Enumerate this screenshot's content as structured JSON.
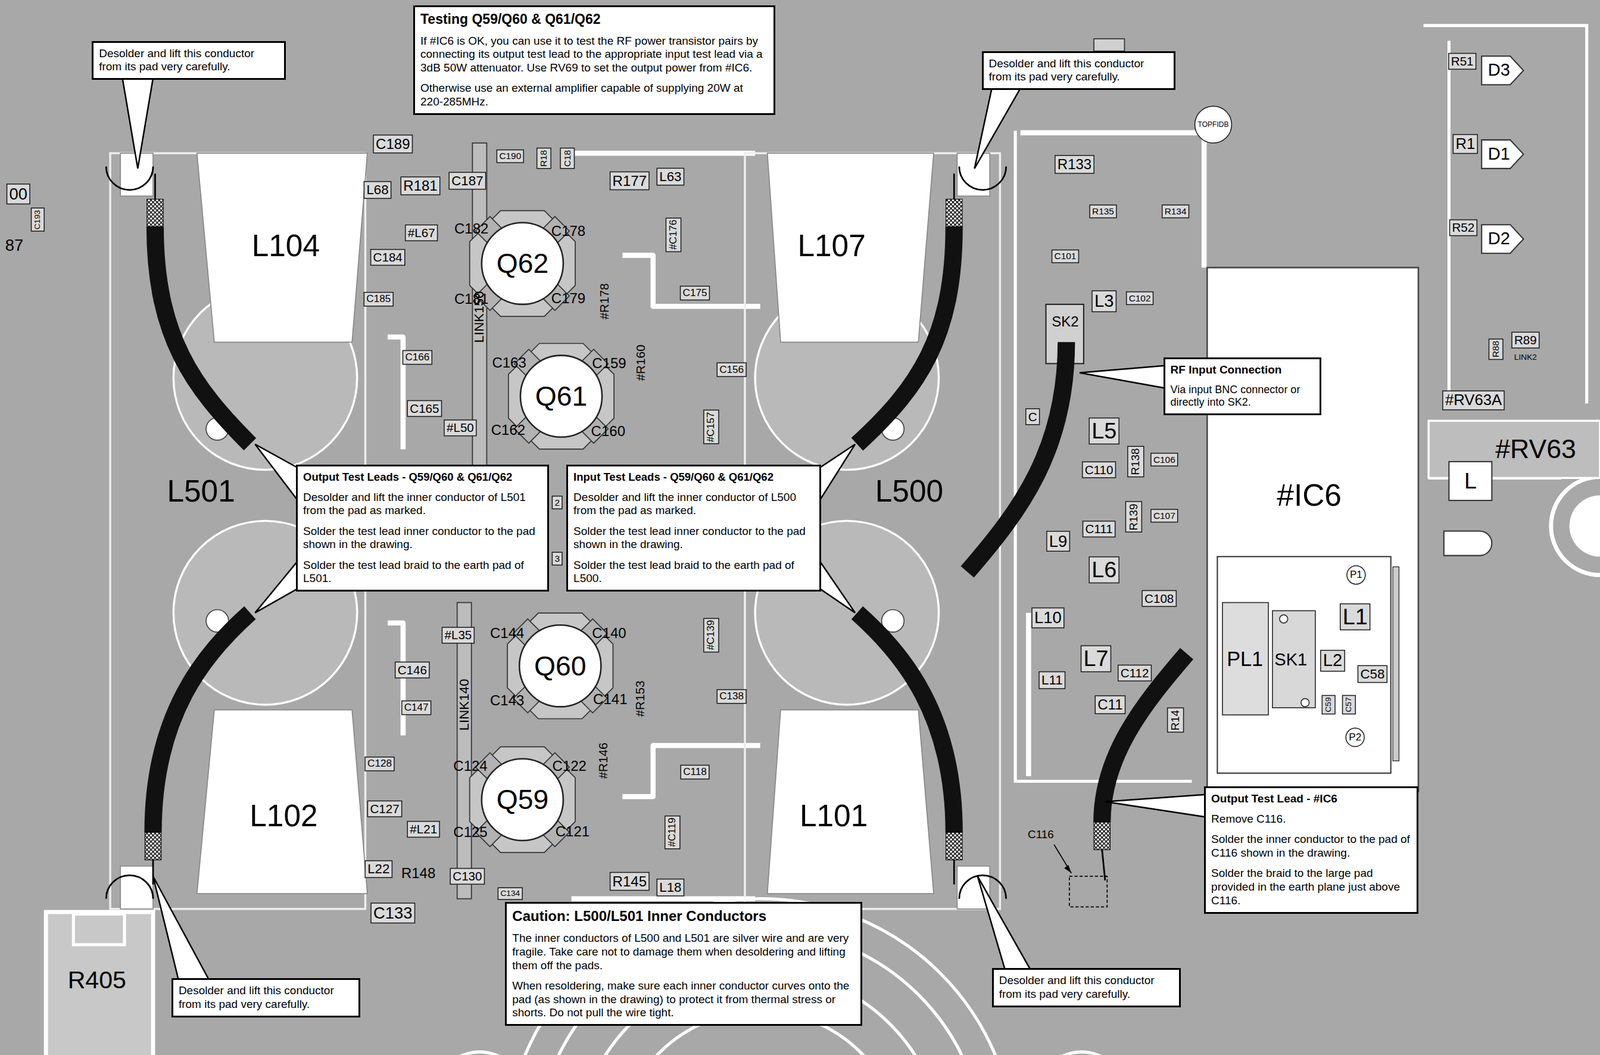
{
  "diagram": {
    "nodes": [
      {
        "text": [
          "Desolder and lift this conductor from its pad very carefully."
        ]
      },
      {
        "text": [
          "Testing Q59/Q60 & Q61/Q62",
          "If #IC6 is OK, you can use it to test the RF power transistor pairs by connecting its output test lead to the appropriate input test lead via a 3dB 50W attenuator. Use RV69 to set the output power from #IC6.",
          "Otherwise use an external amplifier capable of supplying 20W at 220-285MHz."
        ]
      },
      {
        "text": [
          "Desolder and lift this conductor from its pad very carefully."
        ]
      },
      {
        "text": [
          "RF Input Connection",
          "Via input BNC connector or directly into SK2."
        ]
      },
      {
        "text": [
          "Output Test Leads - Q59/Q60 & Q61/Q62",
          "Desolder and lift the inner conductor of L501 from the pad as marked.",
          "Solder the test lead inner conductor to the pad shown in the drawing.",
          "Solder the test lead braid to the earth pad of L501."
        ]
      },
      {
        "text": [
          "Input Test Leads - Q59/Q60 & Q61/Q62",
          "Desolder and lift the inner conductor of L500 from the pad as marked.",
          "Solder the test lead inner conductor to the pad shown in the drawing.",
          "Solder the test lead braid to the earth pad of L500."
        ]
      },
      {
        "text": [
          "Output Test Lead - #IC6",
          "Remove C116.",
          "Solder the inner conductor to the pad of C116 shown in the drawing.",
          "Solder the braid to the large pad provided in the earth plane just above C116."
        ]
      },
      {
        "text": [
          "Caution: L500/L501 Inner Conductors",
          "The inner conductors of L500 and L501 are silver wire and are very fragile. Take care not to damage them when desoldering and lifting them off the pads.",
          "When resoldering, make sure each inner conductor curves onto the pad (as shown in the drawing) to protect it from thermal stress or shorts. Do not pull the wire tight."
        ]
      },
      {
        "text": [
          "Desolder and lift this conductor from its pad very carefully."
        ]
      },
      {
        "text": [
          "Desolder and lift this conductor from its pad very carefully."
        ]
      }
    ],
    "labels": [
      "00",
      "C193",
      "87",
      "C189",
      "C190",
      "R18",
      "C18",
      "R177",
      "L63",
      "L68",
      "R181",
      "C187",
      "#L67",
      "C182",
      "C178",
      "#C176",
      "C184",
      "L104",
      "Q62",
      "L107",
      "C185",
      "C181",
      "C179",
      "#R178",
      "C175",
      "LINK150",
      "C166",
      "C163",
      "C159",
      "#R160",
      "C156",
      "Q61",
      "C165",
      "#L50",
      "C162",
      "C160",
      "#C157",
      "L501",
      "L500",
      "2",
      "3",
      "#L35",
      "C144",
      "C140",
      "#C139",
      "Q60",
      "C146",
      "C143",
      "C141",
      "#R153",
      "C138",
      "C147",
      "LINK140",
      "C128",
      "C124",
      "C122",
      "#R146",
      "C118",
      "Q59",
      "L102",
      "L101",
      "C127",
      "#L21",
      "C125",
      "C121",
      "#C119",
      "L22",
      "R148",
      "C130",
      "C134",
      "R145",
      "L18",
      "C133",
      "R405",
      "TOPFIDB",
      "R133",
      "R135",
      "R134",
      "C101",
      "C102",
      "L3",
      "SK2",
      "C",
      "L5",
      "C110",
      "R138",
      "C106",
      "C111",
      "R139",
      "C107",
      "L9",
      "L6",
      "C108",
      "L10",
      "L7",
      "L11",
      "C112",
      "C11",
      "R14",
      "#IC6",
      "P1",
      "L1",
      "PL1",
      "SK1",
      "L2",
      "C58",
      "C59",
      "C57",
      "P2",
      "C116",
      "R51",
      "D3",
      "R1",
      "D1",
      "R52",
      "D2",
      "R88",
      "R89",
      "LINK2",
      "#RV63A",
      "#RV63",
      "L"
    ]
  }
}
